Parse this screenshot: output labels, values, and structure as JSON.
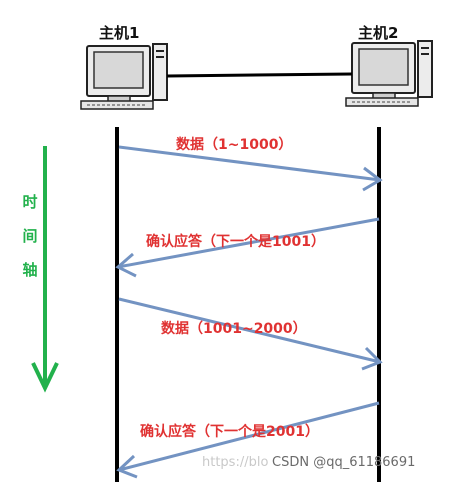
{
  "hosts": {
    "left": "主机1",
    "right": "主机2"
  },
  "time_axis": {
    "chars": [
      "时",
      "间",
      "轴"
    ]
  },
  "messages": [
    {
      "text": "数据（1~1000）"
    },
    {
      "text": "确认应答（下一个是1001）"
    },
    {
      "text": "数据（1001~2000）"
    },
    {
      "text": "确认应答（下一个是2001）"
    }
  ],
  "watermark": {
    "light": "https://blo",
    "dark": "CSDN @qq_61186691"
  },
  "colors": {
    "label_red": "#e03232",
    "arrow_blue": "#7393c2",
    "axis_green": "#22b14c",
    "link": "#000000"
  }
}
